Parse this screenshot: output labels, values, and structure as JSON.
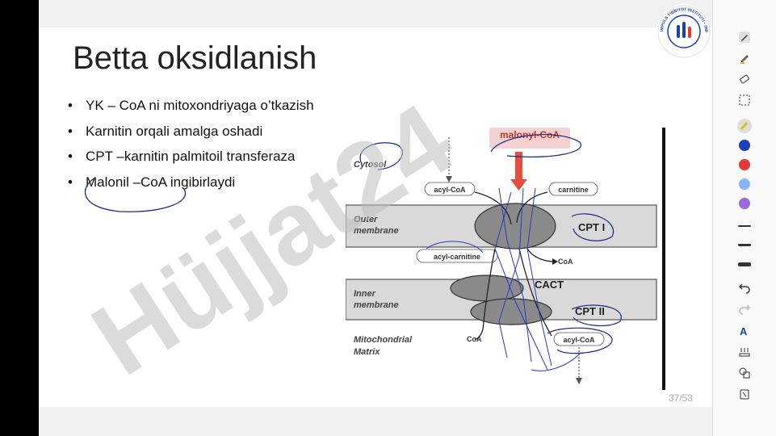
{
  "slide": {
    "title": "Betta oksidlanish",
    "bullets": [
      "YK – CoA ni mitoxondriyaga o’tkazish",
      "Karnitin orqali amalga oshadi",
      "CPT –karnitin palmitoil transferaza",
      "Malonil –CoA ingibirlaydi"
    ],
    "page_counter": "37/53",
    "watermark_text": "Hüjjat24"
  },
  "diagram": {
    "malonyl": "malonyl-CoA",
    "cytosol": "Cytosol",
    "acyl_coa_top": "acyl-CoA",
    "carnitine": "carnitine",
    "outer_membrane_1": "Outer",
    "outer_membrane_2": "membrane",
    "cpt1": "CPT I",
    "acyl_carnitine": "acyl-carnitine",
    "coa_outer": "CoA",
    "inner_membrane_1": "Inner",
    "inner_membrane_2": "membrane",
    "cact": "CACT",
    "cpt2": "CPT II",
    "matrix_1": "Mitochondrial",
    "matrix_2": "Matrix",
    "coa_matrix": "CoA",
    "acyl_coa_bottom": "acyl-CoA"
  },
  "logo": {
    "text": "IMPULS TIBBIYOT INSTITUTI • IMPULSE MEDICAL INSTITUTE"
  },
  "toolbar": {
    "tools": [
      "pen-icon",
      "highlighter-icon",
      "eraser-icon",
      "select-icon",
      "laser-icon"
    ],
    "colors": [
      "#FFEB7A",
      "#1A3FBF",
      "#E53935",
      "#8AB4F8",
      "#9C6ADE"
    ],
    "bottom_tools": [
      "undo-icon",
      "redo-icon",
      "text-recognition-icon",
      "ruler-icon",
      "shapes-icon",
      "clear-icon"
    ]
  }
}
